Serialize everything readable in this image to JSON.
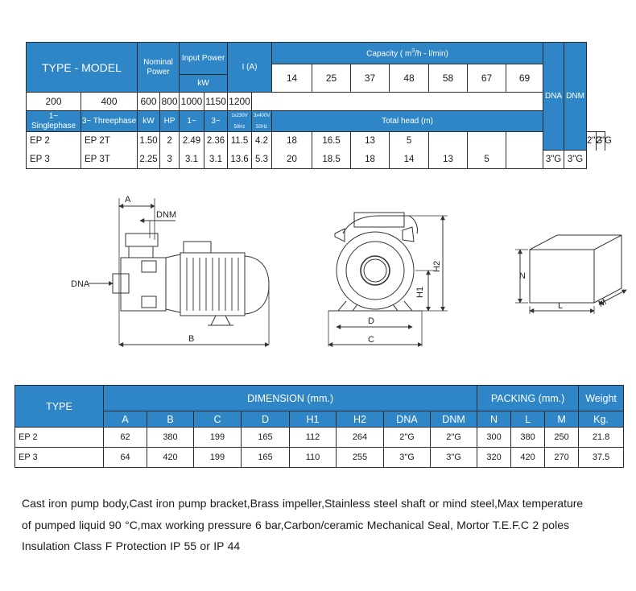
{
  "spec_table": {
    "type_model": "TYPE - MODEL",
    "nominal_power": "Nominal Power",
    "input_power": "Input Power",
    "input_power_unit": "kW",
    "current": "I (A)",
    "capacity_prefix": "Capacity ( m",
    "capacity_sup": "3",
    "capacity_suffix": "/h - l/min)",
    "dna": "DNA",
    "dnm": "DNM",
    "m3h": [
      "14",
      "25",
      "37",
      "48",
      "58",
      "67",
      "69"
    ],
    "lmin": [
      "200",
      "400",
      "600",
      "800",
      "1000",
      "1150",
      "1200"
    ],
    "singlephase": "1~ Singlephase",
    "threephase": "3~ Threephase",
    "kw": "kW",
    "hp": "HP",
    "in1": "1~",
    "in3": "3~",
    "v230": "1x230V",
    "v400": "3x400V",
    "hz1": "50Hz",
    "hz2": "50Hz",
    "total_head": "Total head (m)",
    "rows": [
      {
        "single": "EP 2",
        "three": "EP 2T",
        "kw": "1.50",
        "hp": "2",
        "in1": "2.49",
        "in3": "2.36",
        "i1": "11.5",
        "i3": "4.2",
        "heads": [
          "18",
          "16.5",
          "13",
          "5",
          "",
          "",
          ""
        ],
        "dna": "2\"G",
        "dnm": "2\"G"
      },
      {
        "single": "EP 3",
        "three": "EP 3T",
        "kw": "2.25",
        "hp": "3",
        "in1": "3.1",
        "in3": "3.1",
        "i1": "13.6",
        "i3": "5.3",
        "heads": [
          "20",
          "18.5",
          "18",
          "14",
          "13",
          "5",
          ""
        ],
        "dna": "3\"G",
        "dnm": "3\"G"
      }
    ]
  },
  "drawing": {
    "a": "A",
    "dnm": "DNM",
    "dna": "DNA",
    "b": "B",
    "c": "C",
    "d": "D",
    "h1": "H1",
    "h2": "H2",
    "n": "N",
    "l": "L",
    "m": "M"
  },
  "dim_table": {
    "type": "TYPE",
    "dimension": "DIMENSION (mm.)",
    "packing": "PACKING (mm.)",
    "weight": "Weight",
    "cols": [
      "A",
      "B",
      "C",
      "D",
      "H1",
      "H2",
      "DNA",
      "DNM",
      "N",
      "L",
      "M",
      "Kg."
    ],
    "rows": [
      {
        "type": "EP 2",
        "vals": [
          "62",
          "380",
          "199",
          "165",
          "112",
          "264",
          "2\"G",
          "2\"G",
          "300",
          "380",
          "250",
          "21.8"
        ]
      },
      {
        "type": "EP 3",
        "vals": [
          "64",
          "420",
          "199",
          "165",
          "110",
          "255",
          "3\"G",
          "3\"G",
          "320",
          "420",
          "270",
          "37.5"
        ]
      }
    ]
  },
  "description": {
    "line1": "Cast iron pump body,Cast iron pump bracket,Brass impeller,Stainless steel shaft or mind steel,Max temperature",
    "line2": "of pumped liquid 90 °C,max working pressure 6 bar,Carbon/ceramic Mechanical Seal, Mortor T.E.F.C 2 poles",
    "line3": "Insulation Class F Protection IP 55 or IP 44"
  }
}
